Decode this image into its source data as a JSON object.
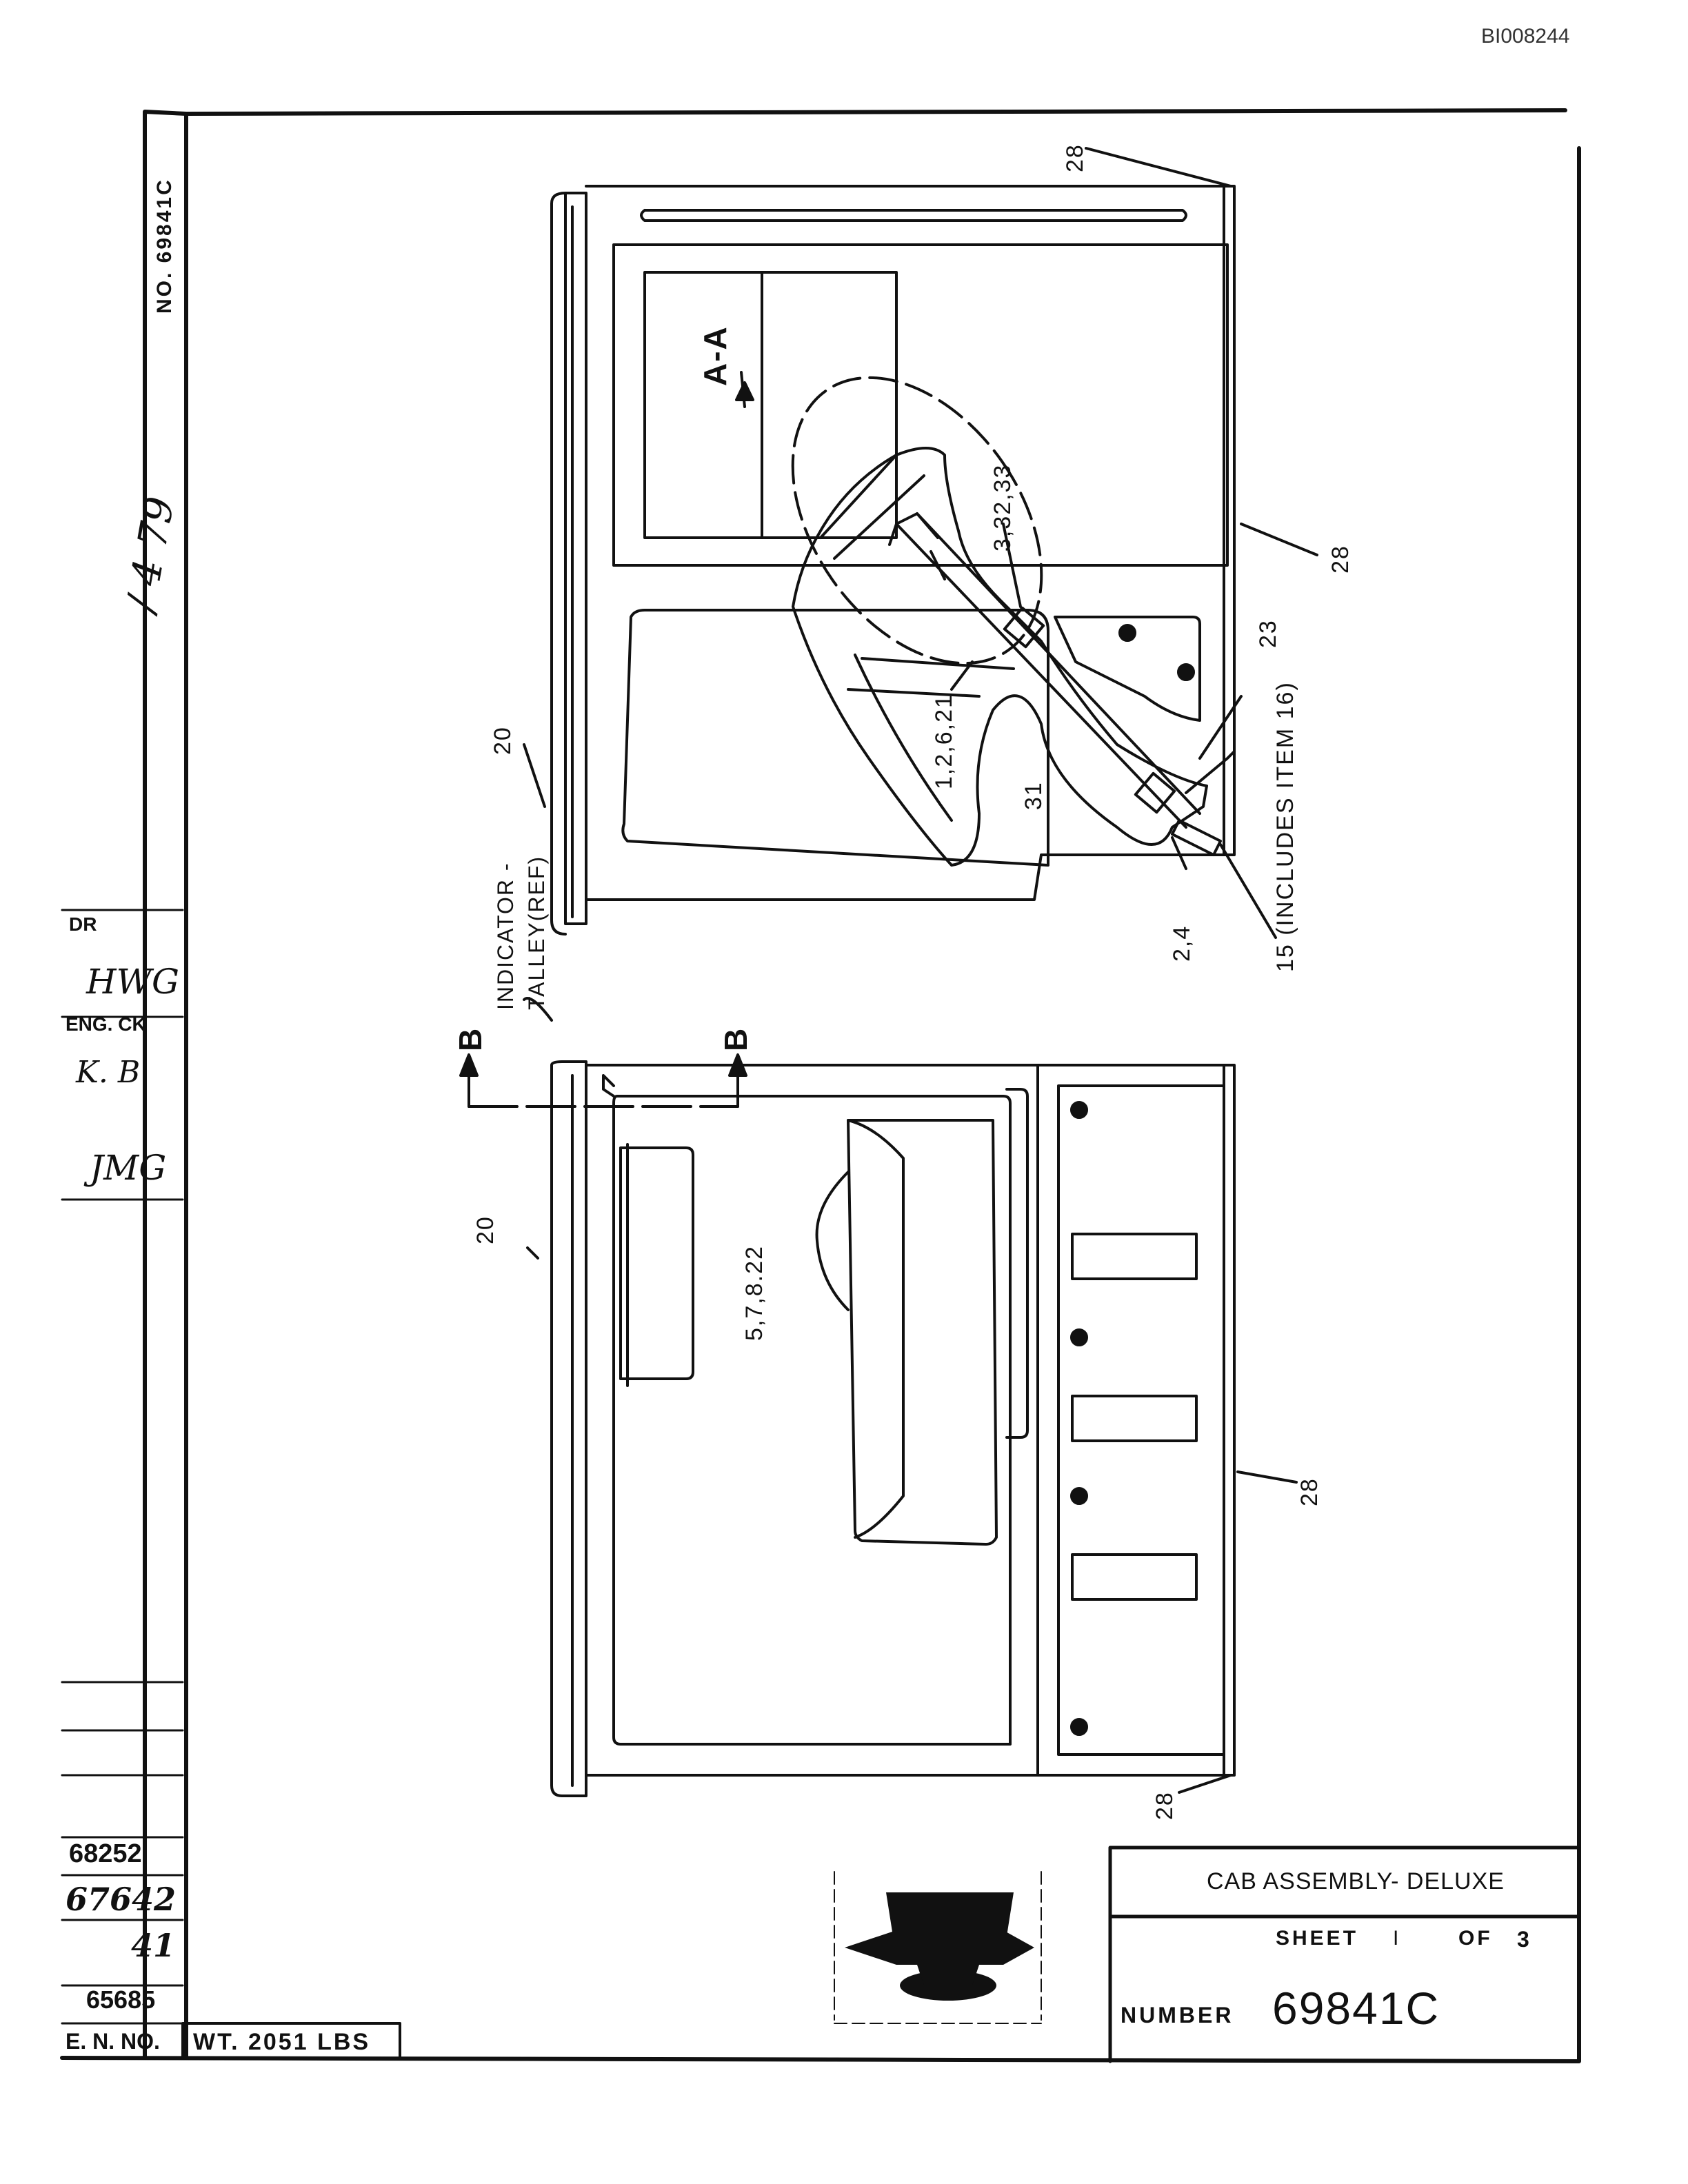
{
  "doc_id": "BI008244",
  "drawing_no_vertical": "NO. 69841C",
  "handwritten_date": "/ 4 79",
  "revision_column": {
    "dr_label": "DR",
    "dr_initials": "HWG",
    "eng_ck_label": "ENG. CK",
    "eng_ck_initials": "K. B",
    "approver_initials": "JMG"
  },
  "eng_numbers": [
    "68252",
    "67642",
    "41",
    "65685"
  ],
  "en_no_label": "E. N. NO.",
  "weight_label": "WT. 2051  LBS",
  "title_block": {
    "title": "CAB ASSEMBLY- DELUXE",
    "sheet_label": "SHEET",
    "sheet_num": "I",
    "of_label": "OF",
    "sheet_total": "3",
    "number_label": "NUMBER",
    "number_value": "69841C"
  },
  "callouts": {
    "c28": "28",
    "c20": "20",
    "a_a": "A-A",
    "c3_32_33": "3,32,33",
    "c1_2_6_21": "1,2,6,21",
    "c23": "23",
    "c31": "31",
    "c15": "15 (INCLUDES ITEM 16)",
    "c2_4": "2,4",
    "indicator": "INDICATOR -",
    "talley": "TALLEY(REF)",
    "b": "B",
    "c5_7_8_22": "5,7,8.22"
  }
}
